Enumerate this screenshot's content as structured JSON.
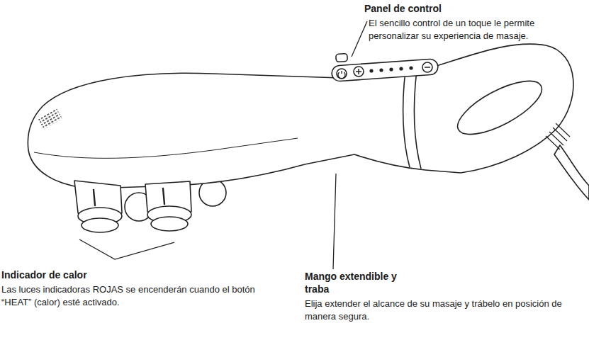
{
  "diagram": {
    "labels": [
      "Panel de control",
      "El sencillo control de un toque le permite personalizar su experiencia de masaje.",
      "Indicador de calor",
      "Las luces indicadoras ROJAS se encenderán cuando el botón “HEAT” (calor) esté activado.",
      "Mango extendible y traba",
      "Elija extender el alcance de su masaje y trábelo en posición de manera segura."
    ]
  }
}
